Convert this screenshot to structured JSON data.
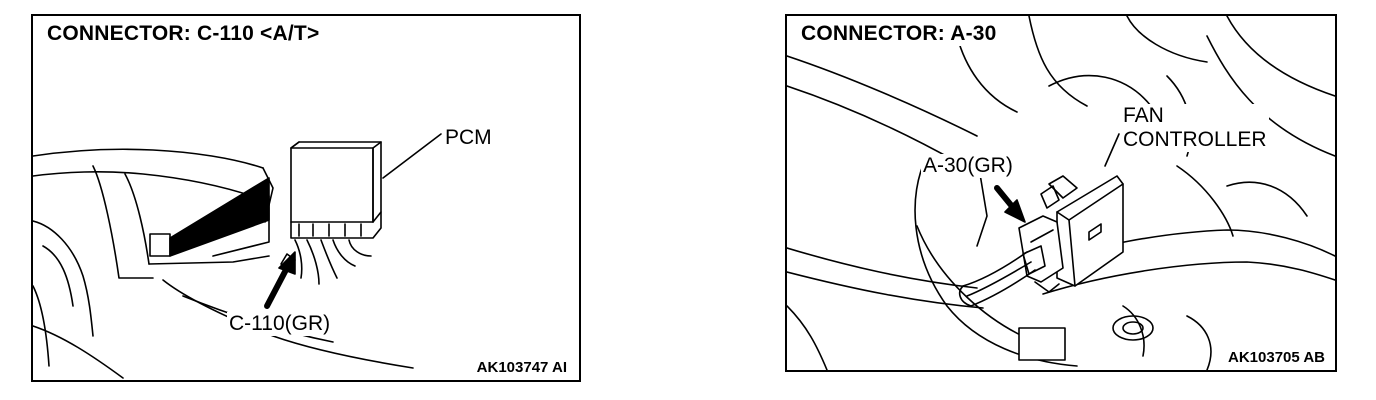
{
  "figures": [
    {
      "title": "CONNECTOR: C-110 <A/T>",
      "labels": {
        "component": "PCM",
        "connector": "C-110(GR)"
      },
      "figure_code": "AK103747 AI"
    },
    {
      "title": "CONNECTOR: A-30",
      "labels": {
        "component_line1": "FAN",
        "component_line2": "CONTROLLER",
        "connector": "A-30(GR)"
      },
      "figure_code": "AK103705 AB"
    }
  ]
}
